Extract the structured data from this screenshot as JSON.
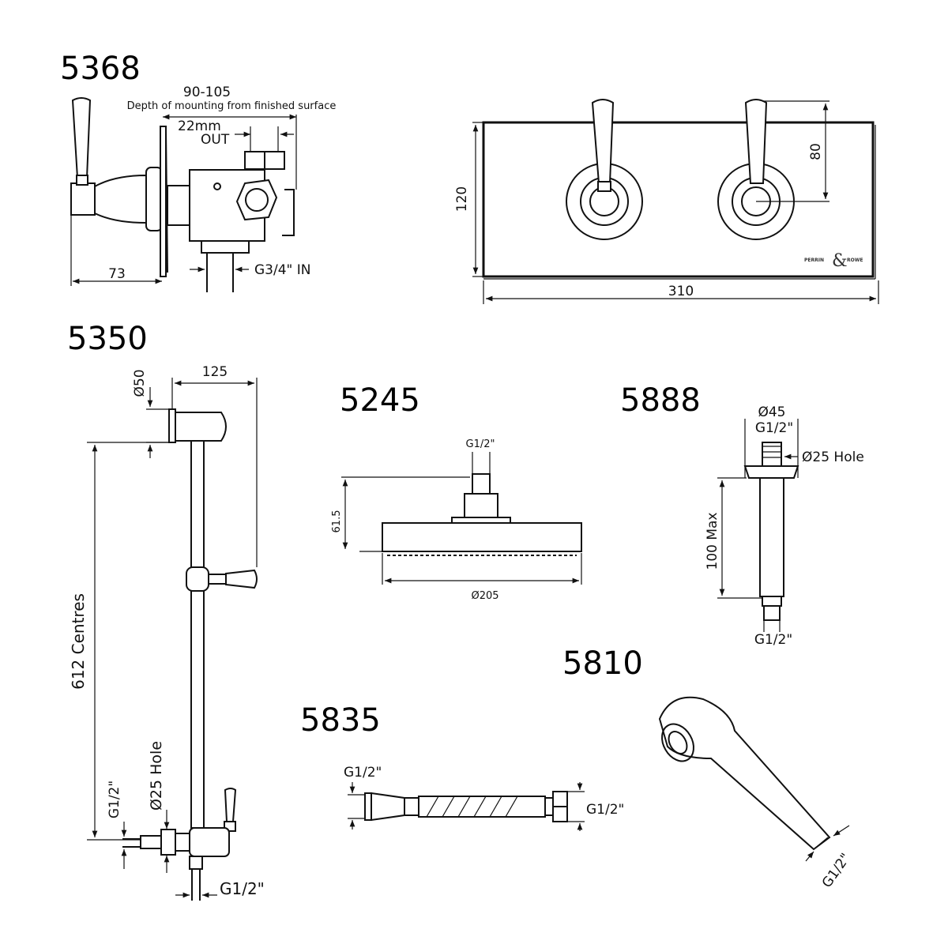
{
  "products": {
    "valve": {
      "code": "5368",
      "depth": "90-105",
      "depth_note": "Depth of mounting from finished surface",
      "outlet_size": "22mm",
      "outlet_label": "OUT",
      "inlet": "G3/4\" IN",
      "projection": "73",
      "plate_height": "120",
      "handle_height": "80",
      "plate_width": "310",
      "logo": "Perrin & Rowe"
    },
    "rail": {
      "code": "5350",
      "bracket_diameter": "Ø50",
      "projection": "125",
      "centres": "612 Centres",
      "thread_a": "G1/2\"",
      "hole": "Ø25 Hole",
      "thread_b": "G1/2\""
    },
    "head": {
      "code": "5245",
      "thread": "G1/2\"",
      "height": "61.5",
      "diameter": "Ø205"
    },
    "arm": {
      "code": "5888",
      "diameter": "Ø45",
      "thread_top": "G1/2\"",
      "hole": "Ø25 Hole",
      "length": "100 Max",
      "thread_bottom": "G1/2\""
    },
    "handset": {
      "code": "5810",
      "thread": "G1/2\""
    },
    "hose": {
      "code": "5835",
      "thread_a": "G1/2\"",
      "thread_b": "G1/2\""
    }
  }
}
